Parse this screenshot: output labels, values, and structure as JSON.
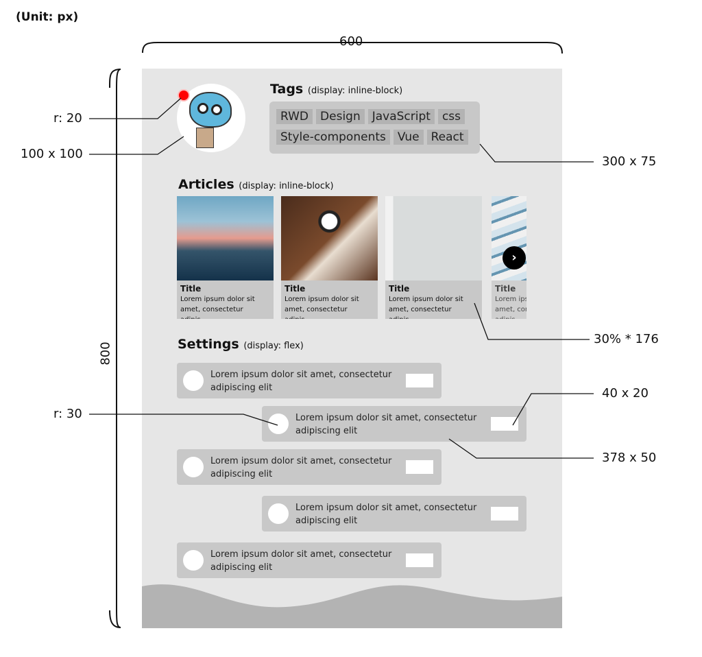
{
  "annotations": {
    "unit": "(Unit: px)",
    "width": "600",
    "height": "800",
    "avatar_dot": "r: 20",
    "avatar_size": "100 x 100",
    "tags_size": "300 x 75",
    "card_size": "30% * 176",
    "switch_size": "40 x 20",
    "setting_circle": "r: 30",
    "setting_size": "378 x 50"
  },
  "tags": {
    "title": "Tags",
    "note": "(display: inline-block)",
    "items": [
      "RWD",
      "Design",
      "JavaScript",
      "css",
      "Style-components",
      "Vue",
      "React"
    ]
  },
  "articles": {
    "title": "Articles",
    "note": "(display: inline-block)",
    "cards": [
      {
        "title": "Title",
        "desc": "Lorem ipsum dolor sit amet, consectetur adipis..."
      },
      {
        "title": "Title",
        "desc": "Lorem ipsum dolor sit amet, consectetur adipis..."
      },
      {
        "title": "Title",
        "desc": "Lorem ipsum dolor sit amet, consectetur adipis..."
      },
      {
        "title": "Title",
        "desc": "Lorem ipsum dolor sit amet, consectetur adipis..."
      }
    ],
    "next_icon": "chevron-right-icon"
  },
  "settings": {
    "title": "Settings",
    "note": "(display: flex)",
    "rows": [
      "Lorem ipsum dolor sit amet, consectetur adipiscing elit",
      "Lorem ipsum dolor sit amet, consectetur adipiscing elit",
      "Lorem ipsum dolor sit amet, consectetur adipiscing elit",
      "Lorem ipsum dolor sit amet, consectetur adipiscing elit",
      "Lorem ipsum dolor sit amet, consectetur adipiscing elit"
    ]
  }
}
